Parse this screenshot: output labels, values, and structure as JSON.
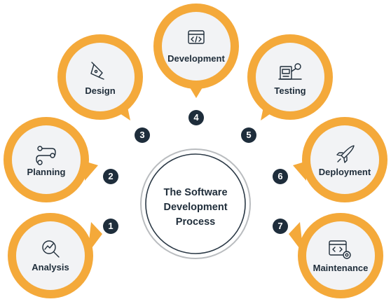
{
  "center": {
    "lines": [
      "The Software",
      "Development",
      "Process"
    ]
  },
  "stages": [
    {
      "number": "1",
      "label": "Analysis",
      "icon": "magnifier-chart-icon"
    },
    {
      "number": "2",
      "label": "Planning",
      "icon": "workflow-icon"
    },
    {
      "number": "3",
      "label": "Design",
      "icon": "pen-tool-icon"
    },
    {
      "number": "4",
      "label": "Development",
      "icon": "code-window-icon"
    },
    {
      "number": "5",
      "label": "Testing",
      "icon": "test-machine-icon"
    },
    {
      "number": "6",
      "label": "Deployment",
      "icon": "rocket-icon"
    },
    {
      "number": "7",
      "label": "Maintenance",
      "icon": "code-gear-icon"
    }
  ],
  "colors": {
    "ring": "#f4a93a",
    "disc": "#f2f3f5",
    "text": "#1f2d3a",
    "number_badge": "#1e2d3b",
    "center_ring": "#b9bcbf"
  }
}
